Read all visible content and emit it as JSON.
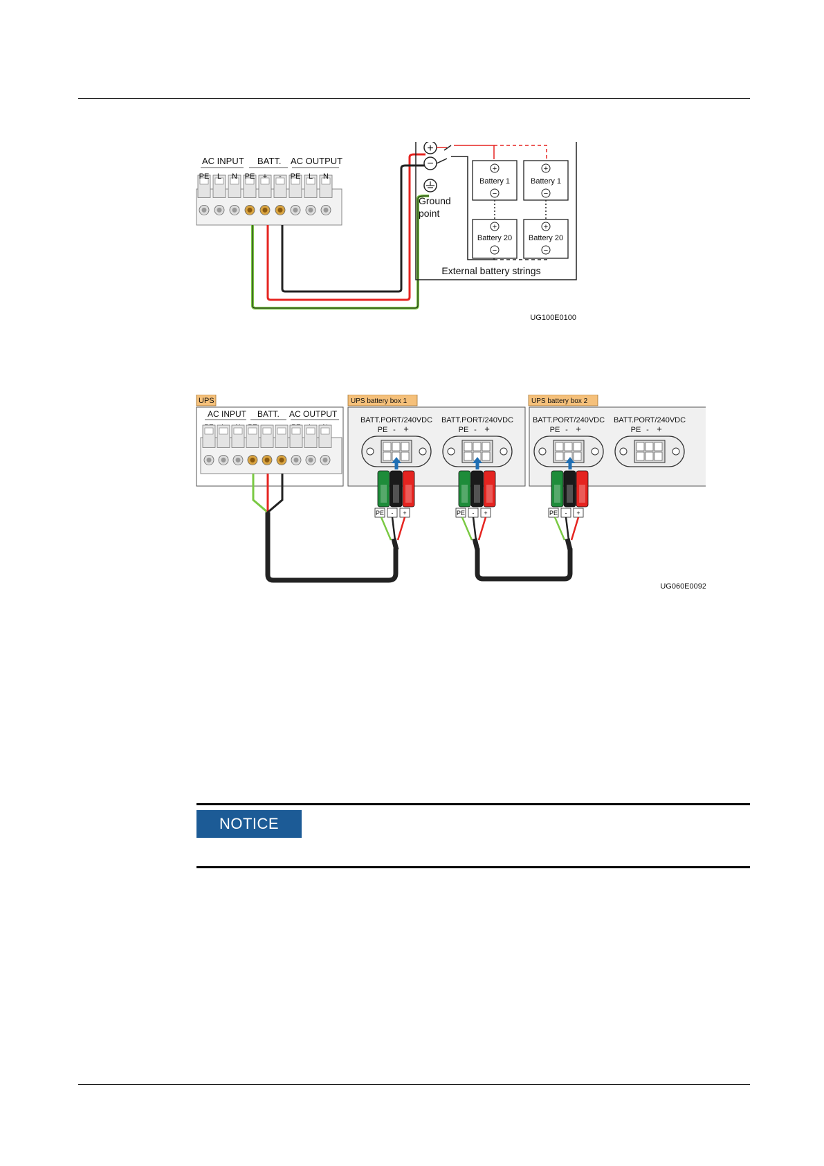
{
  "figure1": {
    "groups": [
      "AC INPUT",
      "BATT.",
      "AC OUTPUT"
    ],
    "terminals": [
      "PE",
      "L",
      "N",
      "PE",
      "+",
      "-",
      "PE",
      "L",
      "N"
    ],
    "ground_label_1": "Ground",
    "ground_label_2": "point",
    "batteries_top": [
      "Battery 1",
      "Battery 1"
    ],
    "batteries_bottom": [
      "Battery 20",
      "Battery 20"
    ],
    "strings_caption": "External battery strings",
    "code": "UG100E0100"
  },
  "figure2": {
    "ups_tag": "UPS",
    "box1_tag": "UPS battery box 1",
    "box2_tag": "UPS battery box 2",
    "groups": [
      "AC INPUT",
      "BATT.",
      "AC OUTPUT"
    ],
    "terminals": [
      "PE",
      "L",
      "N",
      "PE",
      "+",
      "-",
      "PE",
      "L",
      "N"
    ],
    "port_label": "BATT.PORT/240VDC",
    "port_pins": [
      "PE",
      "-",
      "+"
    ],
    "plug_pins": [
      "PE",
      "-",
      "+"
    ],
    "code": "UG060E0092"
  },
  "notice": {
    "label": "NOTICE"
  }
}
